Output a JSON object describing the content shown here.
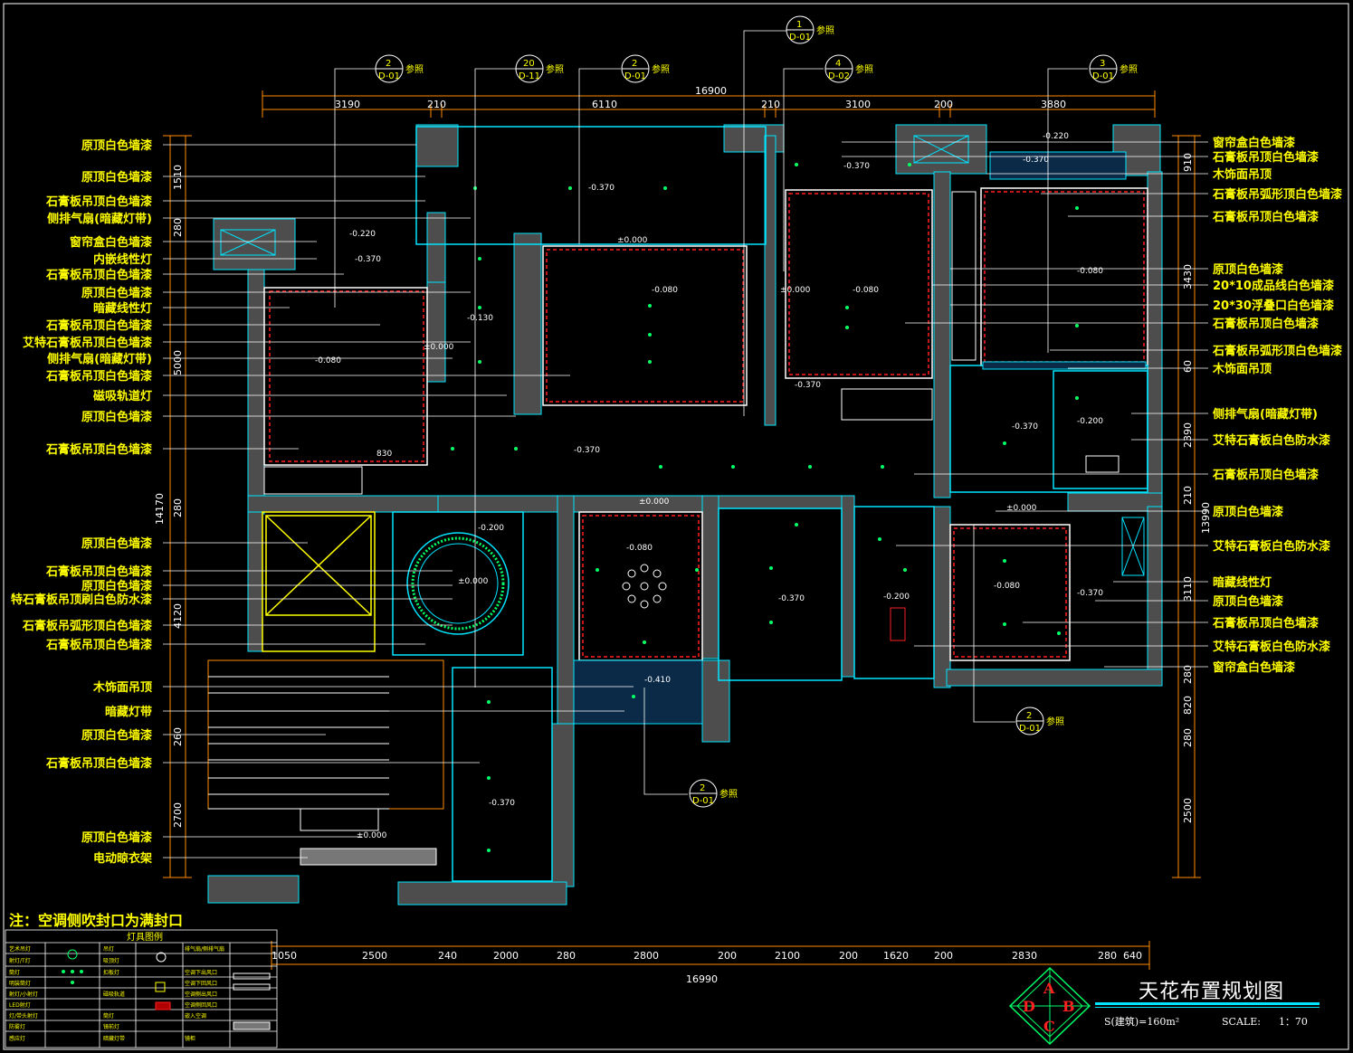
{
  "drawing": {
    "title": "天花布置规划图",
    "area": "S(建筑)=160m²",
    "scale_label": "SCALE:",
    "scale_value": "1：70",
    "note": "注：空调侧吹封口为满封口",
    "logo_letters": [
      "A",
      "B",
      "C",
      "D"
    ]
  },
  "dimensions": {
    "top_total": "16900",
    "top": [
      "3190",
      "210",
      "6110",
      "210",
      "3100",
      "200",
      "3880"
    ],
    "bottom_total": "16990",
    "bottom": [
      "1050",
      "2500",
      "240",
      "2000",
      "280",
      "2800",
      "200",
      "2100",
      "200",
      "1620",
      "200",
      "2830",
      "280",
      "640"
    ],
    "left_total": "14170",
    "left": [
      "1510",
      "280",
      "5000",
      "280",
      "4120",
      "260",
      "2700"
    ],
    "right_total": "13990",
    "right": [
      "910",
      "3430",
      "60",
      "2390",
      "210",
      "3110",
      "280",
      "820",
      "280",
      "2500"
    ]
  },
  "references": [
    {
      "num": "1",
      "code": "D-01",
      "label": "参照"
    },
    {
      "num": "2",
      "code": "D-01",
      "label": "参照"
    },
    {
      "num": "20",
      "code": "D-11",
      "label": "参照"
    },
    {
      "num": "2",
      "code": "D-01",
      "label": "参照"
    },
    {
      "num": "4",
      "code": "D-02",
      "label": "参照"
    },
    {
      "num": "3",
      "code": "D-01",
      "label": "参照"
    },
    {
      "num": "2",
      "code": "D-01",
      "label": "参照"
    },
    {
      "num": "2",
      "code": "D-01",
      "label": "参照"
    }
  ],
  "left_labels": [
    "原顶白色墙漆",
    "原顶白色墙漆",
    "石膏板吊顶白色墙漆",
    "侧排气扇(暗藏灯带)",
    "窗帘盒白色墙漆",
    "内嵌线性灯",
    "石膏板吊顶白色墙漆",
    "原顶白色墙漆",
    "暗藏线性灯",
    "石膏板吊顶白色墙漆",
    "艾特石膏板吊顶白色墙漆",
    "侧排气扇(暗藏灯带)",
    "石膏板吊顶白色墙漆",
    "磁吸轨道灯",
    "原顶白色墙漆",
    "石膏板吊顶白色墙漆",
    "原顶白色墙漆",
    "石膏板吊顶白色墙漆",
    "原顶白色墙漆",
    "特石膏板吊顶刷白色防水漆",
    "石膏板吊弧形顶白色墙漆",
    "石膏板吊顶白色墙漆",
    "木饰面吊顶",
    "暗藏灯带",
    "原顶白色墙漆",
    "石膏板吊顶白色墙漆",
    "原顶白色墙漆",
    "电动晾衣架"
  ],
  "right_labels": [
    "窗帘盒白色墙漆",
    "石膏板吊顶白色墙漆",
    "木饰面吊顶",
    "石膏板吊弧形顶白色墙漆",
    "石膏板吊顶白色墙漆",
    "原顶白色墙漆",
    "20*10成品线白色墙漆",
    "20*30浮叠口白色墙漆",
    "石膏板吊顶白色墙漆",
    "石膏板吊弧形顶白色墙漆",
    "木饰面吊顶",
    "侧排气扇(暗藏灯带)",
    "艾特石膏板白色防水漆",
    "石膏板吊顶白色墙漆",
    "原顶白色墙漆",
    "艾特石膏板白色防水漆",
    "暗藏线性灯",
    "原顶白色墙漆",
    "石膏板吊顶白色墙漆",
    "艾特石膏板白色防水漆",
    "窗帘盒白色墙漆"
  ],
  "levels": [
    "-0.370",
    "±0.000",
    "-0.080",
    "-0.220",
    "-0.370",
    "-0.130",
    "±0.000",
    "-0.080",
    "±0.000",
    "-0.080",
    "-0.370",
    "-0.220",
    "-0.370",
    "-0.080",
    "-0.370",
    "-0.200",
    "-0.370",
    "830",
    "-0.200",
    "±0.000",
    "-0.080",
    "-0.370",
    "-0.200",
    "±0.000",
    "-0.080",
    "-0.370",
    "-0.410",
    "-0.370",
    "±0.000"
  ],
  "legend": {
    "title": "灯具图例",
    "rows": [
      [
        "艺术吊灯",
        "吊灯",
        "排气扇/侧排气扇"
      ],
      [
        "射灯/T灯",
        "吸顶灯",
        ""
      ],
      [
        "筒灯",
        "扣板灯",
        "空调下出风口"
      ],
      [
        "明装筒灯",
        "",
        "空调下回风口"
      ],
      [
        "射灯/小射灯",
        "磁吸轨道",
        "空调侧出风口"
      ],
      [
        "LED射灯",
        "",
        "空调侧回风口"
      ],
      [
        "灯/带头射灯",
        "筒灯",
        "嵌入空调"
      ],
      [
        "防雾灯",
        "镜前灯",
        ""
      ],
      [
        "感应灯",
        "暗藏灯带",
        "镜柜"
      ]
    ]
  },
  "colors": {
    "background": "#000000",
    "wall": "#4d4d4d",
    "cyan": "#00e5ff",
    "yellow": "#ffff00",
    "red": "#ff2020",
    "green": "#00ff66",
    "white": "#ffffff",
    "orange": "#ff8c00"
  }
}
